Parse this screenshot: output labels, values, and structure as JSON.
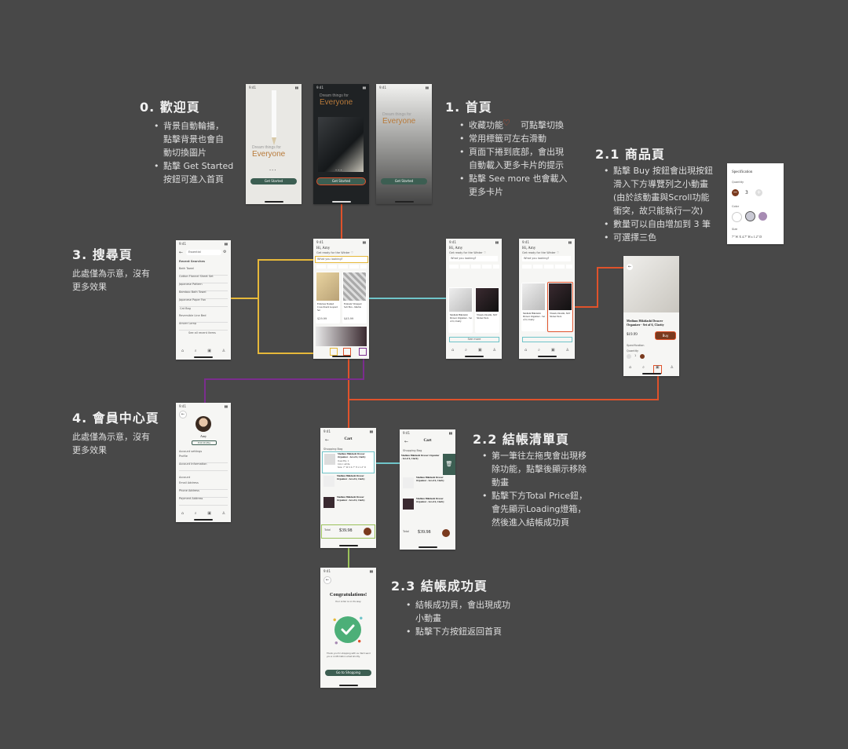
{
  "colors": {
    "background": "#484848",
    "accent_orange": "#e0522b",
    "accent_yellow": "#e6b83a",
    "accent_cyan": "#6fc4c9",
    "accent_purple": "#7b2d8e",
    "accent_green": "#9bc25a",
    "primary_green": "#3c5e52",
    "brand_brown": "#7a3a1e"
  },
  "sections": {
    "welcome": {
      "title": "0. 歡迎頁",
      "bullets": [
        "背景自動輪播，\n點擊背景也會自\n動切換圖片",
        "點擊 Get Started\n按鈕可進入首頁"
      ]
    },
    "home": {
      "title": "1. 首頁",
      "bullets": [
        "收藏功能　　可點擊切換",
        "常用標籤可左右滑動",
        "頁面下捲到底部，會出現\n自動載入更多卡片的提示",
        "點擊 See more 也會載入\n更多卡片"
      ]
    },
    "product": {
      "title": "2.1 商品頁",
      "bullets": [
        "點擊 Buy 按鈕會出現按鈕\n滑入下方導覽列之小動畫\n(由於該動畫與Scroll功能\n衝突，故只能執行一次)",
        "數量可以自由增加到 3 筆",
        "可選擇三色"
      ]
    },
    "search": {
      "title": "3. 搜尋頁",
      "note": "此處僅為示意，沒有\n更多效果"
    },
    "member": {
      "title": "4. 會員中心頁",
      "note": "此處僅為示意，沒有\n更多效果"
    },
    "cart": {
      "title": "2.2 結帳清單頁",
      "bullets": [
        "第一筆往左拖曳會出現移\n除功能，點擊後顯示移除\n動畫",
        "點擊下方Total Price鈕，\n會先顯示Loading燈箱，\n然後進入結帳成功頁"
      ]
    },
    "success": {
      "title": "2.3 結帳成功頁",
      "bullets": [
        "結帳成功頁，會出現成功\n小動畫",
        "點擊下方按鈕返回首頁"
      ]
    }
  },
  "screens": {
    "status_time": "9:41",
    "welcome1": {
      "small": "Dream things for",
      "big": "Everyone",
      "button": "Get Started"
    },
    "welcome2": {
      "small": "Dream things for",
      "big": "Everyone",
      "button": "Get Started"
    },
    "welcome3": {
      "small": "Dream things for",
      "big": "Everyone",
      "button": "Get Started"
    },
    "home": {
      "greeting": "Hi, Amy",
      "sub": "Get ready for the Winter ♡",
      "search_placeholder": "What you looking?",
      "card1_title": "Fabulous Slashed Cross Pouch Leopard Set",
      "card1_price": "$29.99",
      "card2_title": "Fantastic Wrapped Soft Box - Marble",
      "card2_price": "$45.99"
    },
    "home2": {
      "greeting": "Hi, Amy",
      "sub": "Get ready for the Winter ♡",
      "search_placeholder": "What you looking?",
      "card1_title": "Medium Hikidashi Drawer Organizer - Set of 6, Clarity",
      "card2_title": "'Dream, Dreamt, Still' Sticker Pack",
      "see_more": "See more"
    },
    "home3": {
      "greeting": "Hi, Amy",
      "sub": "Get ready for the Winter ♡",
      "search_placeholder": "What you looking?",
      "card1_title": "Medium Hikidashi Drawer Organizer - Set of 6, Clarity",
      "card2_title": "'Dream, Dreamt, Still' Sticker Pack"
    },
    "product": {
      "title": "Medium Hikidashi Drawer Organizer - Set of 6, Clarity",
      "price": "$19.99",
      "buy": "Buy",
      "spec_label": "Specification",
      "quantity_label": "Quantity",
      "quantity": "1"
    },
    "spec_popup": {
      "title": "Specification",
      "quantity_label": "Quantity",
      "quantity": "3",
      "color_label": "Color",
      "size_label": "Size",
      "size": "7\" W X 4.7\" H x 1.2\" D",
      "colors": [
        "#ffffff",
        "#c9c9d4",
        "#a78bb3"
      ]
    },
    "search": {
      "query": "Essential",
      "section": "Recent Searches",
      "items": [
        "Bath Towel",
        "Cotton Flannel Sheet Set",
        "Japanese Pattern",
        "Bamboo Bath Towel",
        "Japanese Paper Fan",
        "Cat Bag",
        "Reversible Line Bed",
        "Amzer Lamp",
        "See all recent items"
      ]
    },
    "member": {
      "name": "Amy",
      "edit": "Edit Profile",
      "section1": "Account settings",
      "items1": [
        "Profile",
        "Account Information"
      ],
      "section2": "Account",
      "items2": [
        "Email Address",
        "Phone Address",
        "Payment Address"
      ]
    },
    "cart1": {
      "title": "Cart",
      "section": "Shopping Bag",
      "item_title": "Medium Hikidashi Drawer Organizer - Set of 6, Clarity",
      "qty": "Quantity: 1",
      "color": "Color: white",
      "size": "Size: 7\" W X 4.7\" H x 1.2\" D",
      "total_label": "Total",
      "total": "$39.98"
    },
    "cart2": {
      "title": "Cart",
      "section": "Shopping Bag",
      "item_title": "Medium Hikidashi Drawer Organizer - Set of 6, Clarity",
      "total_label": "Total",
      "total": "$39.98"
    },
    "success": {
      "title": "Congratulations!",
      "sub": "Your order is on its way.",
      "body": "Thank you for shopping with us. We'll send you a confirmation email shortly.",
      "button": "Go to Shopping"
    }
  }
}
